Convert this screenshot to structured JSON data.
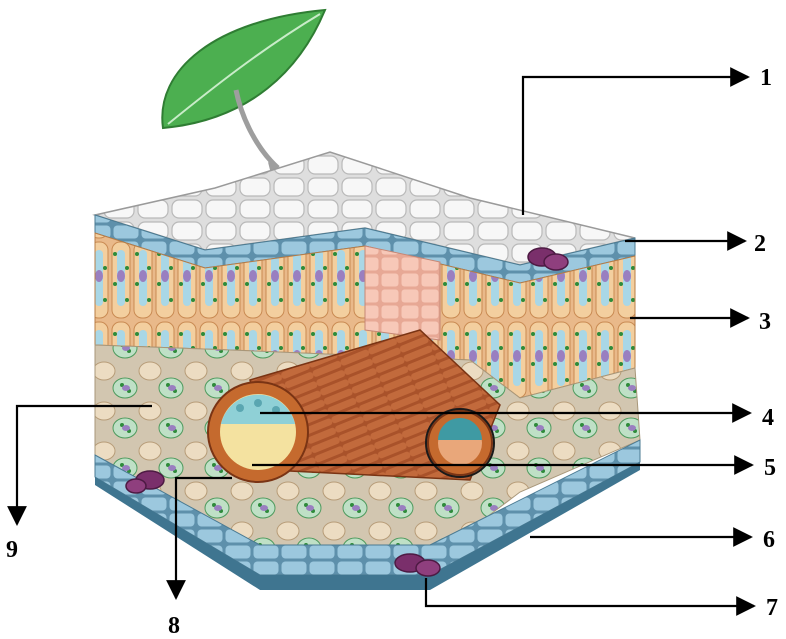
{
  "labels": {
    "l1": "1",
    "l2": "2",
    "l3": "3",
    "l4": "4",
    "l5": "5",
    "l6": "6",
    "l7": "7",
    "l8": "8",
    "l9": "9"
  },
  "colors": {
    "leaf": "#4caf50",
    "epidermis": "#7fb4cc",
    "palisade": "#f1c99a",
    "spongy": "#e7d3b4",
    "chloroplast": "#2e8b3a",
    "nucleus": "#9a7fc0",
    "vein_bundle": "#a9522a",
    "xylem": "#8fd0d6",
    "phloem": "#f4e2a0",
    "guard_cell": "#7a2f6b"
  }
}
